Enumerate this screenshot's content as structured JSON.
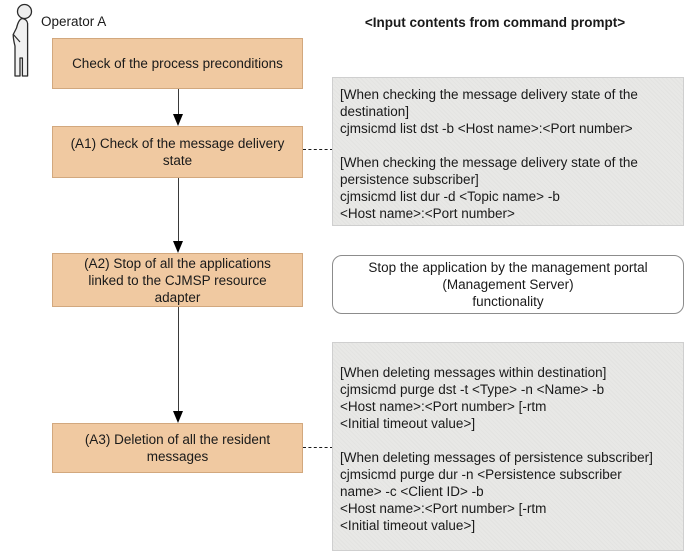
{
  "operator": {
    "label": "Operator A"
  },
  "header": {
    "title": "<Input contents from command prompt>"
  },
  "flow": {
    "steps": [
      {
        "label": "Check of the process preconditions"
      },
      {
        "label": "(A1) Check of the message delivery state"
      },
      {
        "label": "(A2) Stop of all the applications linked to the CJMSP resource adapter"
      },
      {
        "label": "(A3) Deletion of all the resident messages"
      }
    ]
  },
  "commands": {
    "check_delivery_state": [
      "[When checking the message delivery state of the",
      "destination]",
      "cjmsicmd list dst -b <Host name>:<Port number>",
      "",
      "[When checking the message delivery state of the",
      "persistence subscriber]",
      "cjmsicmd list dur -d <Topic name> -b",
      "<Host name>:<Port number>"
    ],
    "stop_application_note": [
      "Stop the application by the management portal",
      "(Management Server)",
      "functionality"
    ],
    "delete_messages": [
      "[When deleting messages within destination]",
      "cjmsicmd purge dst -t <Type> -n <Name> -b",
      "<Host name>:<Port number> [-rtm",
      "<Initial timeout value>]",
      "",
      "[When deleting messages of persistence subscriber]",
      "cjmsicmd purge dur -n <Persistence subscriber",
      "name> -c <Client ID> -b",
      "<Host name>:<Port number> [-rtm",
      "<Initial timeout value>]"
    ]
  },
  "colors": {
    "step_fill": "#f0c9a1",
    "step_border": "#d2a87e",
    "command_fill": "#e8e8e6",
    "note_border": "#8c8c8c",
    "arrow": "#000000"
  }
}
